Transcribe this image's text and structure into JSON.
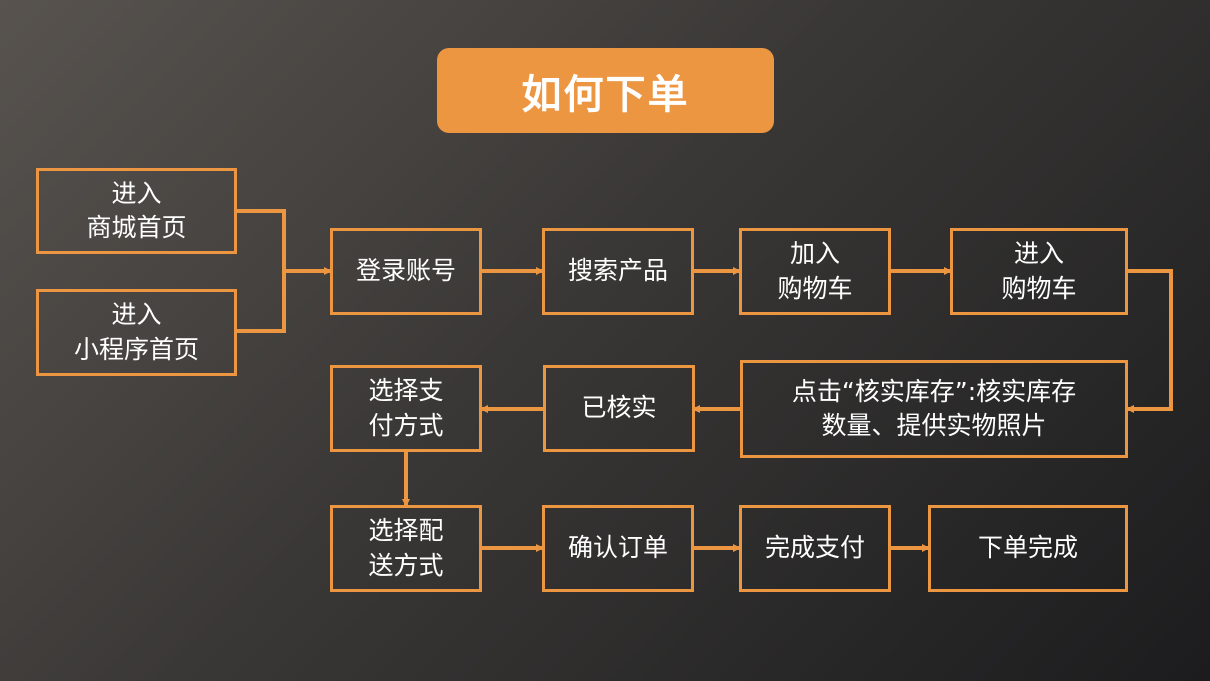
{
  "title": "如何下单",
  "colors": {
    "accent": "#ec9642",
    "text": "#ffffff"
  },
  "nodes": {
    "enter_mall": [
      "进入",
      "商城首页"
    ],
    "enter_miniprogram": [
      "进入",
      "小程序首页"
    ],
    "login": [
      "登录账号"
    ],
    "search": [
      "搜索产品"
    ],
    "add_cart": [
      "加入",
      "购物车"
    ],
    "enter_cart": [
      "进入",
      "购物车"
    ],
    "verify_stock": [
      "点击“核实库存”:核实库存",
      "数量、提供实物照片"
    ],
    "verified": [
      "已核实"
    ],
    "choose_payment": [
      "选择支",
      "付方式"
    ],
    "choose_delivery": [
      "选择配",
      "送方式"
    ],
    "confirm_order": [
      "确认订单"
    ],
    "complete_payment": [
      "完成支付"
    ],
    "order_done": [
      "下单完成"
    ]
  }
}
